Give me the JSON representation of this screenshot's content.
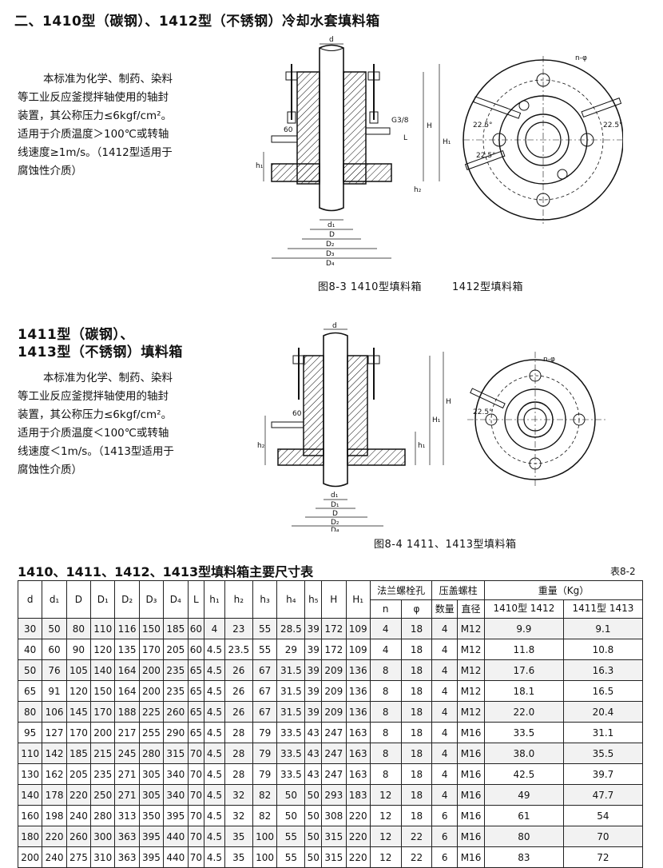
{
  "section1": {
    "title": "二、1410型（碳钢）、1412型（不锈钢）冷却水套填料箱",
    "desc_lines": [
      "本标准为化学、制药、染料",
      "等工业反应釜搅拌轴使用的轴封",
      "装置，其公称压力≤6kgf/cm²。",
      "适用于介质温度＞100℃或转轴",
      "线速度≥1m/s。（1412型适用于",
      "腐蚀性介质）"
    ],
    "caption_a": "图8-3 1410型填料箱",
    "caption_b": "1412型填料箱",
    "labels": {
      "d": "d",
      "d1": "d₁",
      "D": "D",
      "D2": "D₂",
      "D3": "D₃",
      "D4": "D₄",
      "H": "H",
      "H1": "H₁",
      "h1": "h₁",
      "h2": "h₂",
      "L": "L",
      "g": "G3/8",
      "s60": "60",
      "a1": "22.5°",
      "a2": "22.5°",
      "a3": "22.5°",
      "nphi": "n-φ"
    }
  },
  "section2": {
    "title_line1": "1411型（碳钢）、",
    "title_line2": "1413型（不锈钢）填料箱",
    "desc_lines": [
      "本标准为化学、制药、染料",
      "等工业反应釜搅拌轴使用的轴封",
      "装置，其公称压力≤6kgf/cm²。",
      "适用于介质温度＜100℃或转轴",
      "线速度＜1m/s。（1413型适用于",
      "腐蚀性介质）"
    ],
    "caption": "图8-4 1411、1413型填料箱",
    "labels": {
      "d": "d",
      "H": "H",
      "H1": "H₁",
      "h2": "h₂",
      "h1": "h₁",
      "s60": "60",
      "a1": "22.5°",
      "nphi": "n-φ",
      "d1": "d₁",
      "D1": "D₁",
      "D": "D",
      "D2": "D₂",
      "D4": "D₄"
    }
  },
  "table": {
    "title": "1410、1411、1412、1413型填料箱主要尺寸表",
    "number": "表8-2",
    "headers": {
      "d": "d",
      "d1": "d₁",
      "D": "D",
      "D1": "D₁",
      "D2": "D₂",
      "D3": "D₃",
      "D4": "D₄",
      "L": "L",
      "h1": "h₁",
      "h2": "h₂",
      "h3": "h₃",
      "h4": "h₄",
      "h5": "h₅",
      "H": "H",
      "H1": "H₁",
      "flange": "法兰螺栓孔",
      "n": "n",
      "phi": "φ",
      "gland": "压盖螺柱",
      "qty": "数量",
      "dia": "直径",
      "weight": "重量（Kg）",
      "w1": "1410型 1412",
      "w2": "1411型 1413"
    },
    "rows": [
      [
        "30",
        "50",
        "80",
        "110",
        "116",
        "150",
        "185",
        "60",
        "4",
        "23",
        "55",
        "28.5",
        "39",
        "172",
        "109",
        "4",
        "18",
        "4",
        "M12",
        "9.9",
        "9.1"
      ],
      [
        "40",
        "60",
        "90",
        "120",
        "135",
        "170",
        "205",
        "60",
        "4.5",
        "23.5",
        "55",
        "29",
        "39",
        "172",
        "109",
        "4",
        "18",
        "4",
        "M12",
        "11.8",
        "10.8"
      ],
      [
        "50",
        "76",
        "105",
        "140",
        "164",
        "200",
        "235",
        "65",
        "4.5",
        "26",
        "67",
        "31.5",
        "39",
        "209",
        "136",
        "8",
        "18",
        "4",
        "M12",
        "17.6",
        "16.3"
      ],
      [
        "65",
        "91",
        "120",
        "150",
        "164",
        "200",
        "235",
        "65",
        "4.5",
        "26",
        "67",
        "31.5",
        "39",
        "209",
        "136",
        "8",
        "18",
        "4",
        "M12",
        "18.1",
        "16.5"
      ],
      [
        "80",
        "106",
        "145",
        "170",
        "188",
        "225",
        "260",
        "65",
        "4.5",
        "26",
        "67",
        "31.5",
        "39",
        "209",
        "136",
        "8",
        "18",
        "4",
        "M12",
        "22.0",
        "20.4"
      ],
      [
        "95",
        "127",
        "170",
        "200",
        "217",
        "255",
        "290",
        "65",
        "4.5",
        "28",
        "79",
        "33.5",
        "43",
        "247",
        "163",
        "8",
        "18",
        "4",
        "M16",
        "33.5",
        "31.1"
      ],
      [
        "110",
        "142",
        "185",
        "215",
        "245",
        "280",
        "315",
        "70",
        "4.5",
        "28",
        "79",
        "33.5",
        "43",
        "247",
        "163",
        "8",
        "18",
        "4",
        "M16",
        "38.0",
        "35.5"
      ],
      [
        "130",
        "162",
        "205",
        "235",
        "271",
        "305",
        "340",
        "70",
        "4.5",
        "28",
        "79",
        "33.5",
        "43",
        "247",
        "163",
        "8",
        "18",
        "4",
        "M16",
        "42.5",
        "39.7"
      ],
      [
        "140",
        "178",
        "220",
        "250",
        "271",
        "305",
        "340",
        "70",
        "4.5",
        "32",
        "82",
        "50",
        "50",
        "293",
        "183",
        "12",
        "18",
        "4",
        "M16",
        "49",
        "47.7"
      ],
      [
        "160",
        "198",
        "240",
        "280",
        "313",
        "350",
        "395",
        "70",
        "4.5",
        "32",
        "82",
        "50",
        "50",
        "308",
        "220",
        "12",
        "18",
        "6",
        "M16",
        "61",
        "54"
      ],
      [
        "180",
        "220",
        "260",
        "300",
        "363",
        "395",
        "440",
        "70",
        "4.5",
        "35",
        "100",
        "55",
        "50",
        "315",
        "220",
        "12",
        "22",
        "6",
        "M16",
        "80",
        "70"
      ],
      [
        "200",
        "240",
        "275",
        "310",
        "363",
        "395",
        "440",
        "70",
        "4.5",
        "35",
        "100",
        "55",
        "50",
        "315",
        "220",
        "12",
        "22",
        "6",
        "M16",
        "83",
        "72"
      ]
    ]
  }
}
